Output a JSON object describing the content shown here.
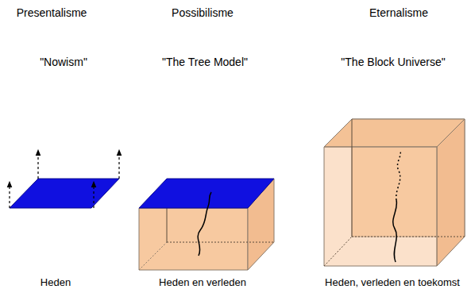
{
  "diagram": {
    "labels": [
      "Presentalisme",
      "Possibilisme",
      "Eternalisme",
      "\"Nowism\"",
      "\"The Tree Model\"",
      "\"The Block Universe\"",
      "Heden",
      "Heden en verleden",
      "Heden, verleden en toekomst"
    ]
  }
}
